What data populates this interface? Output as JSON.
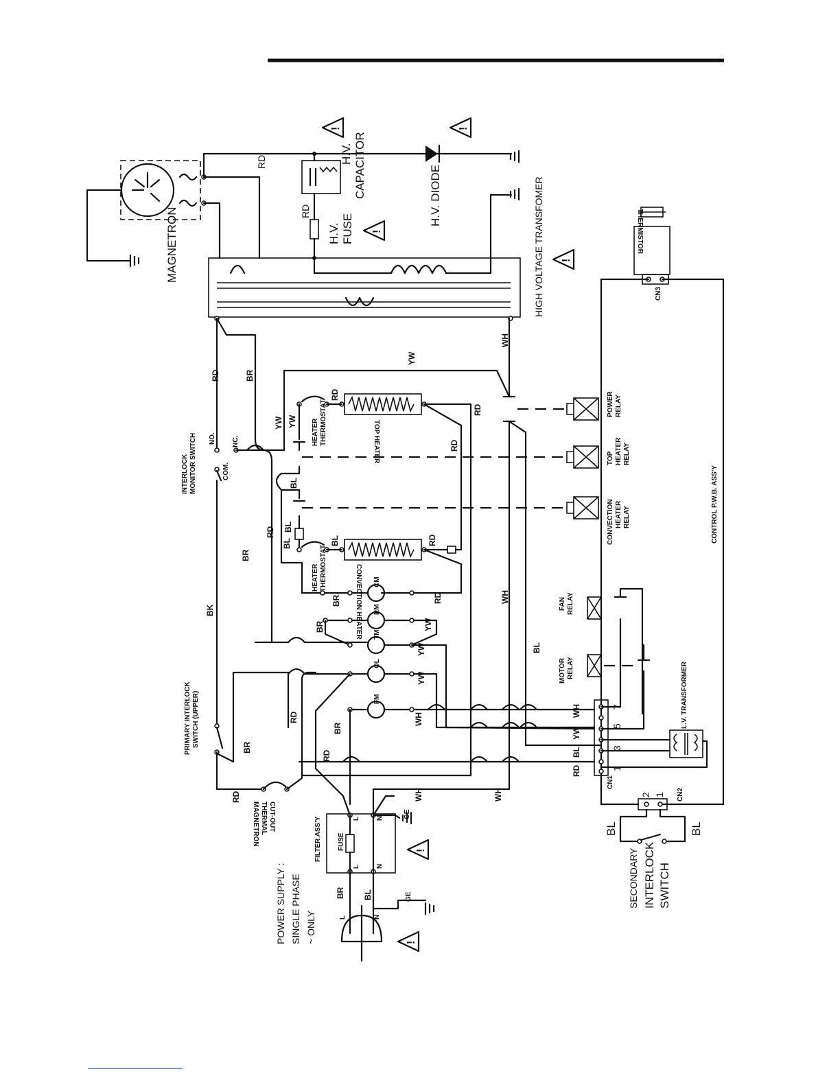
{
  "labels": {
    "magnetron": "MAGNETRON",
    "hv_capacitor_1": "H.V.",
    "hv_capacitor_2": "CAPACITOR",
    "hv_diode": "H.V. DIODE",
    "hv_fuse_1": "H.V.",
    "hv_fuse_2": "FUSE",
    "hv_transformer": "HIGH VOLTAGE TRANSFOMER",
    "thermistor": "THERMISTOR",
    "cn3": "CN3",
    "power_relay_1": "POWER",
    "power_relay_2": "RELAY",
    "top_heater_relay_1": "TOP",
    "top_heater_relay_2": "HEATER",
    "top_heater_relay_3": "RELAY",
    "conv_heater_relay_1": "CONVECTION",
    "conv_heater_relay_2": "HEATER",
    "conv_heater_relay_3": "RELAY",
    "control_pwb": "CONTROL P.W.B. ASS'Y",
    "fan_relay_1": "FAN",
    "fan_relay_2": "RELAY",
    "motor_relay_1": "MOTOR",
    "motor_relay_2": "RELAY",
    "lv_transformer": "L.V. TRANSFORMER",
    "cn1": "CN1",
    "cn2": "CN2",
    "pin1": "1",
    "pin3": "3",
    "pin5": "5",
    "pin7": "7",
    "cn2_pin2": "2",
    "cn2_pin1": "1",
    "interlock_monitor_1": "INTERLOCK",
    "interlock_monitor_2": "MONITOR SWITCH",
    "no": "NO.",
    "nc": "NC.",
    "com": "COM.",
    "top_heater": "TOP HEATER",
    "heater_thermostat_top_1": "HEATER",
    "heater_thermostat_top_2": "THERMOSTAT",
    "conv_heater": "CONVECTION HEATER",
    "heater_thermostat_conv_1": "HEATER",
    "heater_thermostat_conv_2": "THERMOSTAT",
    "cm": "CM",
    "rm": "RM",
    "tm": "TM",
    "ol": "OL",
    "fm": "FM",
    "primary_interlock_1": "PRIMARY INTERLOCK",
    "primary_interlock_2": "SWITCH (UPPER)",
    "mag_thermal_1": "MAGNETRON",
    "mag_thermal_2": "THERMAL",
    "mag_thermal_3": "CUT-OUT",
    "filter_assy": "FILTER ASS'Y",
    "fuse": "FUSE",
    "l": "L",
    "n": "N",
    "ge": "GE",
    "power_supply_1": "POWER SUPPLY :",
    "power_supply_2": "SINGLE PHASE",
    "power_supply_3": "~ ONLY",
    "secondary_1": "SECONDARY",
    "secondary_2": "INTERLOCK",
    "secondary_3": "SWITCH",
    "warning": "!"
  },
  "wire_colors": {
    "rd": "RD",
    "br": "BR",
    "bk": "BK",
    "yw": "YW",
    "wh": "WH",
    "bl": "BL",
    "ge": "GE"
  }
}
